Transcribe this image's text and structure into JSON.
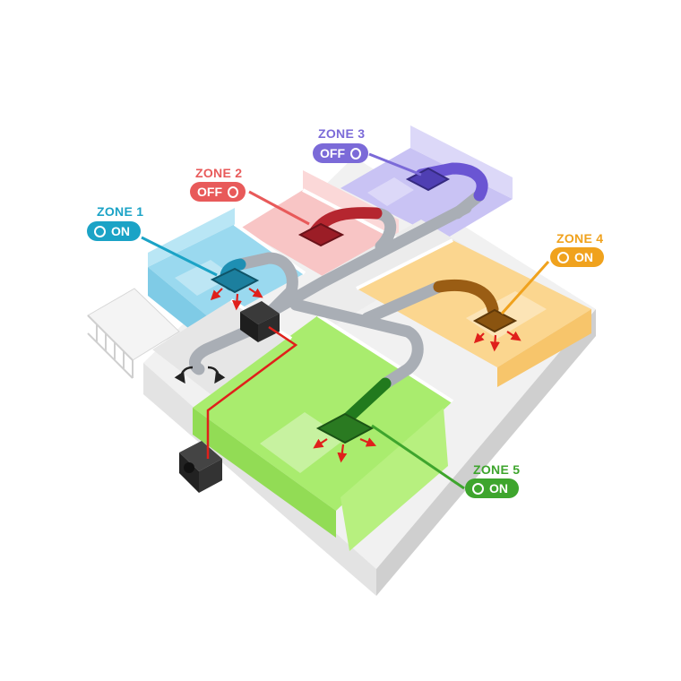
{
  "colors": {
    "zone1": "#1ba3c6",
    "zone2": "#e85a5a",
    "zone3": "#7b6ad8",
    "zone4": "#f0a21d",
    "zone5": "#3ea52d",
    "duct": "#a9aeb5",
    "airflow": "#e0201b"
  },
  "zones": [
    {
      "id": "zone1",
      "label": "ZONE 1",
      "state": "ON"
    },
    {
      "id": "zone2",
      "label": "ZONE 2",
      "state": "OFF"
    },
    {
      "id": "zone3",
      "label": "ZONE 3",
      "state": "OFF"
    },
    {
      "id": "zone4",
      "label": "ZONE 4",
      "state": "ON"
    },
    {
      "id": "zone5",
      "label": "ZONE 5",
      "state": "ON"
    }
  ],
  "icons": [
    "air-handler-unit-icon",
    "outdoor-unit-icon",
    "zone-damper-icon",
    "airflow-arrow-icon",
    "toggle-knob-icon"
  ]
}
